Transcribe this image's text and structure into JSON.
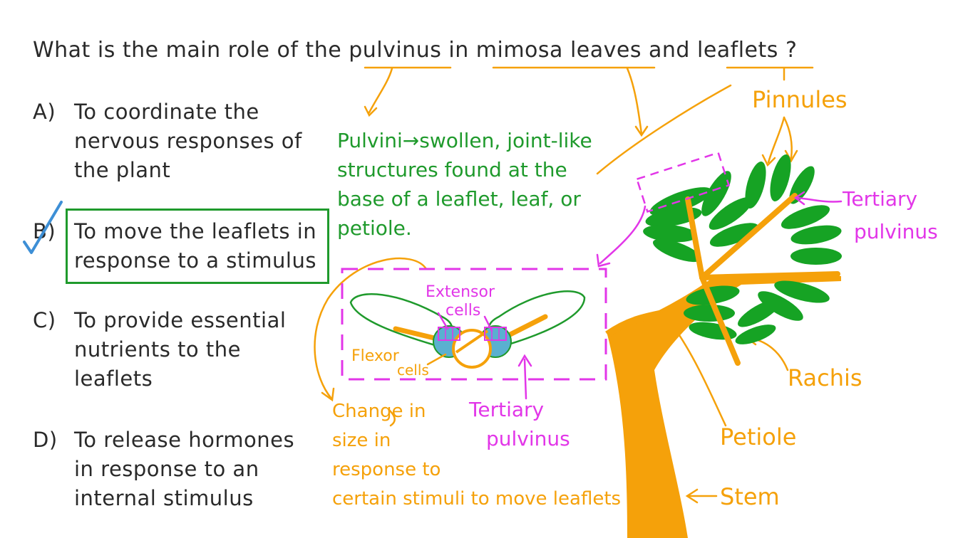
{
  "question": {
    "parts": [
      "What is the main role of the ",
      "pulvinus",
      " in ",
      "mimosa leaves",
      " and ",
      "leaflets",
      " ?"
    ]
  },
  "options": [
    {
      "label": "A)",
      "lines": [
        "To coordinate the",
        "nervous responses of",
        "the plant"
      ]
    },
    {
      "label": "B)",
      "lines": [
        "To move the leaflets in",
        "response to a stimulus"
      ],
      "correct": true
    },
    {
      "label": "C)",
      "lines": [
        "To provide essential",
        "nutrients to the",
        "leaflets"
      ]
    },
    {
      "label": "D)",
      "lines": [
        "To release hormones",
        "in response to an",
        "internal stimulus"
      ]
    }
  ],
  "definition": {
    "lines": [
      "Pulvini→swollen, joint-like",
      "structures found at the",
      "base of a leaflet, leaf, or",
      "petiole."
    ]
  },
  "labels": {
    "pinnules": "Pinnules",
    "tertiary_pulvinus_tree": [
      "Tertiary",
      "pulvinus"
    ],
    "rachis": "Rachis",
    "petiole": "Petiole",
    "stem": "Stem",
    "extensor": [
      "Extensor",
      "cells"
    ],
    "flexor": [
      "Flexor",
      "cells"
    ],
    "tertiary_pulvinus_zoom": [
      "Tertiary",
      "pulvinus"
    ],
    "change": [
      "Change in",
      "size in",
      "response to",
      "certain stimuli to move leaflets"
    ]
  },
  "colors": {
    "ink": "#2a2a2a",
    "green": "#1f9a2c",
    "leaf_green": "#16a324",
    "orange": "#f5a10a",
    "magenta": "#e236e8",
    "check": "#3d8fd6",
    "cell_blue": "#5ab0d0"
  },
  "icons": {
    "answer_mark": "check-mark-icon"
  }
}
